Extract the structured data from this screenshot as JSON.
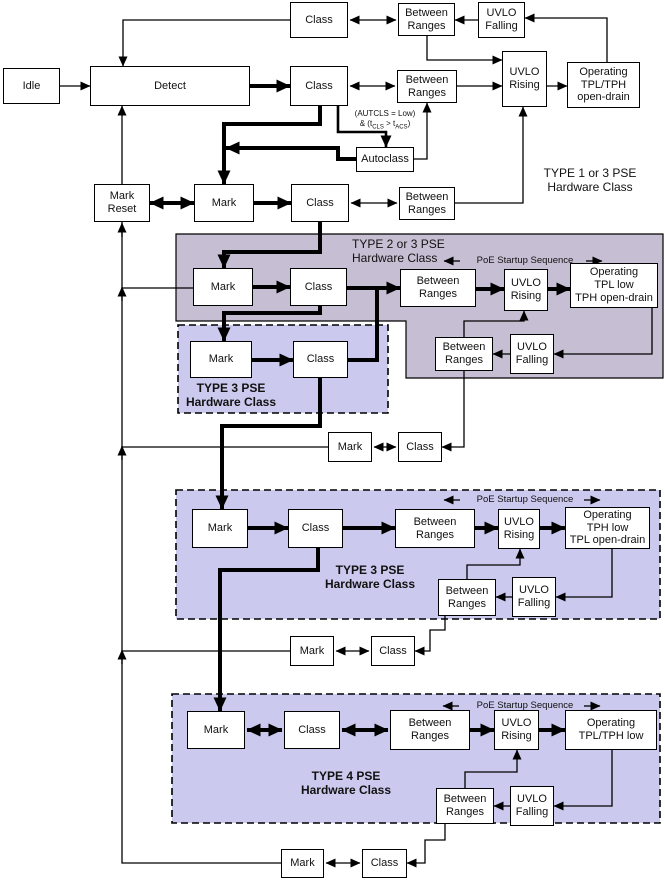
{
  "colors": {
    "canvas_bg": "#ffffff",
    "box_fill": "#ffffff",
    "line": "#000000",
    "type2or3_region_fill": "#c6bed2",
    "type3_region_fill": "#cbcaee",
    "type4_region_fill": "#cbcaee"
  },
  "boxes": {
    "idle": "Idle",
    "detect": "Detect",
    "class": "Class",
    "mark": "Mark",
    "autoclass": "Autoclass",
    "mark_reset": {
      "l1": "Mark",
      "l2": "Reset"
    },
    "between_ranges": {
      "l1": "Between",
      "l2": "Ranges"
    },
    "uvlo_rising": {
      "l1": "UVLO",
      "l2": "Rising"
    },
    "uvlo_falling": {
      "l1": "UVLO",
      "l2": "Falling"
    },
    "operating_tpl_tph_open_drain": {
      "l1": "Operating",
      "l2": "TPL/TPH",
      "l3": "open-drain"
    },
    "operating_tpl_low_tph_od": {
      "l1": "Operating",
      "l2": "TPL low",
      "l3": "TPH open-drain"
    },
    "operating_tph_low_tpl_od": {
      "l1": "Operating",
      "l2": "TPH low",
      "l3": "TPL open-drain"
    },
    "operating_tpl_tph_low": {
      "l1": "Operating",
      "l2": "TPL/TPH low"
    }
  },
  "annotations": {
    "autoclass_condition": {
      "line1": "(AUTCLS = Low)",
      "line2_pre": "& (t",
      "line2_sub1": "CLS",
      "line2_mid": " > t",
      "line2_sub2": "ACS",
      "line2_post": ")"
    },
    "poe_startup_sequence": "PoE Startup Sequence"
  },
  "regions": {
    "type1or3": {
      "l1": "TYPE 1 or 3 PSE",
      "l2": "Hardware Class"
    },
    "type2or3": {
      "l1": "TYPE 2 or 3 PSE",
      "l2": "Hardware Class"
    },
    "type3": {
      "l1": "TYPE 3 PSE",
      "l2": "Hardware Class"
    },
    "type4": {
      "l1": "TYPE 4 PSE",
      "l2": "Hardware Class"
    }
  }
}
